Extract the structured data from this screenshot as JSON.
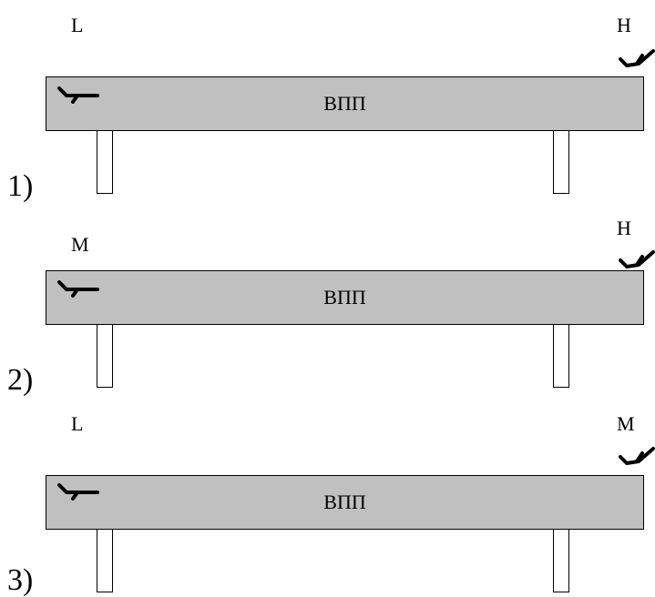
{
  "colors": {
    "runway_fill": "#c0c0c0",
    "stroke": "#000000"
  },
  "icons": {
    "landing": "arrival-plane-icon",
    "takeoff": "departure-plane-icon"
  },
  "panels": [
    {
      "number": "1)",
      "left_label": "L",
      "right_label": "H",
      "runway_label": "ВПП"
    },
    {
      "number": "2)",
      "left_label": "M",
      "right_label": "H",
      "runway_label": "ВПП"
    },
    {
      "number": "3)",
      "left_label": "L",
      "right_label": "M",
      "runway_label": "ВПП"
    }
  ]
}
